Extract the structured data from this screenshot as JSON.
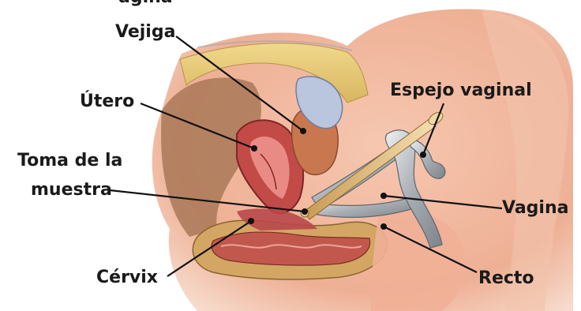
{
  "labels": {
    "top_partial": "agina",
    "vejiga": "Vejiga",
    "utero": "Útero",
    "toma_line1": "Toma de la",
    "toma_line2": "muestra",
    "cervix": "Cérvix",
    "espejo": "Espejo vaginal",
    "vagina": "Vagina",
    "recto": "Recto"
  },
  "colors": {
    "skin": "#f0b69c",
    "skin_shadow": "#d98c72",
    "fat": "#e9cf7a",
    "muscle": "#c9504c",
    "bladder": "#b7c4dc",
    "speculum": "#bfc3c8",
    "handle": "#e8c98a",
    "leader": "#111111"
  }
}
